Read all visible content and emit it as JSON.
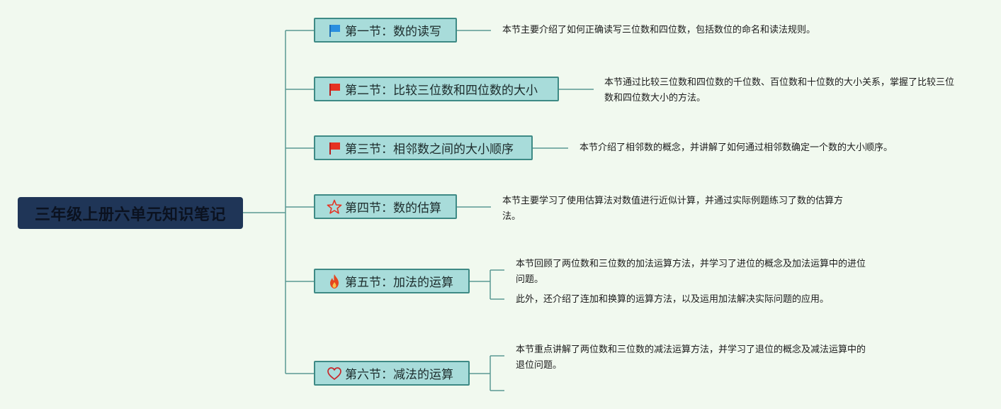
{
  "root": {
    "title": "三年级上册六单元知识笔记"
  },
  "sections": [
    {
      "title": "第一节：数的读写",
      "icon": "blue-flag-icon",
      "notes": [
        "本节主要介绍了如何正确读写三位数和四位数，包括数位的命名和读法规则。"
      ]
    },
    {
      "title": "第二节：比较三位数和四位数的大小",
      "icon": "red-flag-icon",
      "notes": [
        "本节通过比较三位数和四位数的千位数、百位数和十位数的大小关系，掌握了比较三位数和四位数大小的方法。"
      ]
    },
    {
      "title": "第三节：相邻数之间的大小顺序",
      "icon": "red-flag-icon",
      "notes": [
        "本节介绍了相邻数的概念，并讲解了如何通过相邻数确定一个数的大小顺序。"
      ]
    },
    {
      "title": "第四节：数的估算",
      "icon": "star-icon",
      "notes": [
        "本节主要学习了使用估算法对数值进行近似计算，并通过实际例题练习了数的估算方法。"
      ]
    },
    {
      "title": "第五节：加法的运算",
      "icon": "fire-icon",
      "notes": [
        "本节回顾了两位数和三位数的加法运算方法，并学习了进位的概念及加法运算中的进位问题。",
        "此外，还介绍了连加和换算的运算方法，以及运用加法解决实际问题的应用。"
      ]
    },
    {
      "title": "第六节：减法的运算",
      "icon": "heart-icon",
      "notes": [
        "本节重点讲解了两位数和三位数的减法运算方法，并学习了退位的概念及减法运算中的退位问题。",
        ""
      ]
    }
  ],
  "colors": {
    "background": "#f1f9ef",
    "root": "#1f3557",
    "node_fill": "#a8dcda",
    "node_border": "#3e8a85",
    "connector": "#5a9993"
  }
}
